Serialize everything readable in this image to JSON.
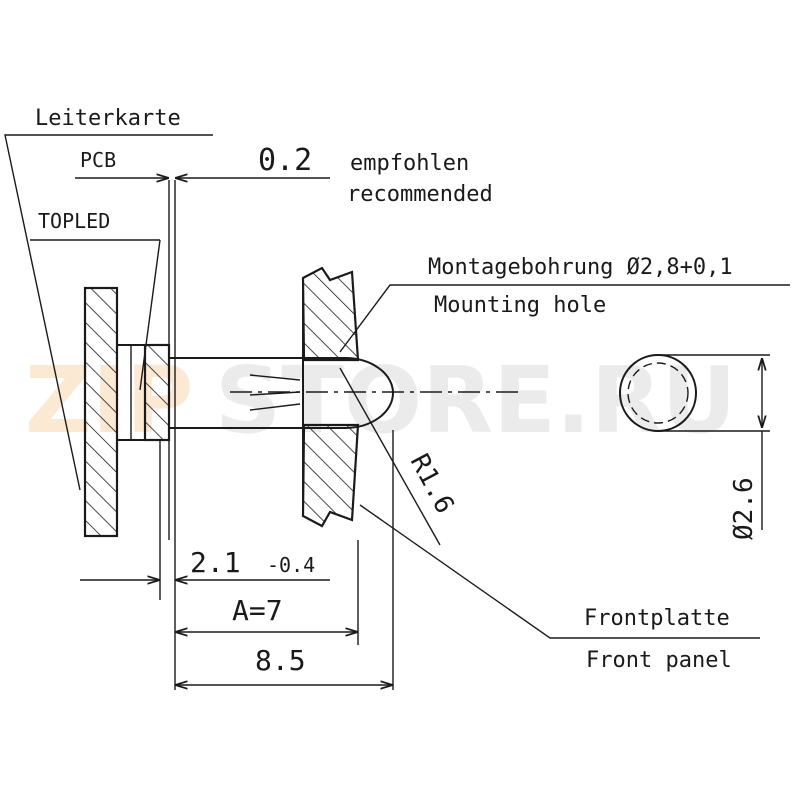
{
  "labels": {
    "leiterkarte": "Leiterkarte",
    "pcb": "PCB",
    "topled": "TOPLED",
    "gap_value": "0.2",
    "gap_note_de": "empfohlen",
    "gap_note_en": "recommended",
    "mounting_hole_de": "Montagebohrung Ø2,8+0,1",
    "mounting_hole_en": "Mounting hole",
    "radius": "R1.6",
    "diameter": "Ø2.6",
    "dim_a_main": "2.1",
    "dim_a_tol": "-0.4",
    "dim_b": "A=7",
    "dim_c": "8.5",
    "front_panel_de": "Frontplatte",
    "front_panel_en": "Front panel"
  },
  "watermark": {
    "part1": "ZIP",
    "part2": "STORE.RU",
    "color1": "#f0a040",
    "color2": "#a8a8a8"
  }
}
